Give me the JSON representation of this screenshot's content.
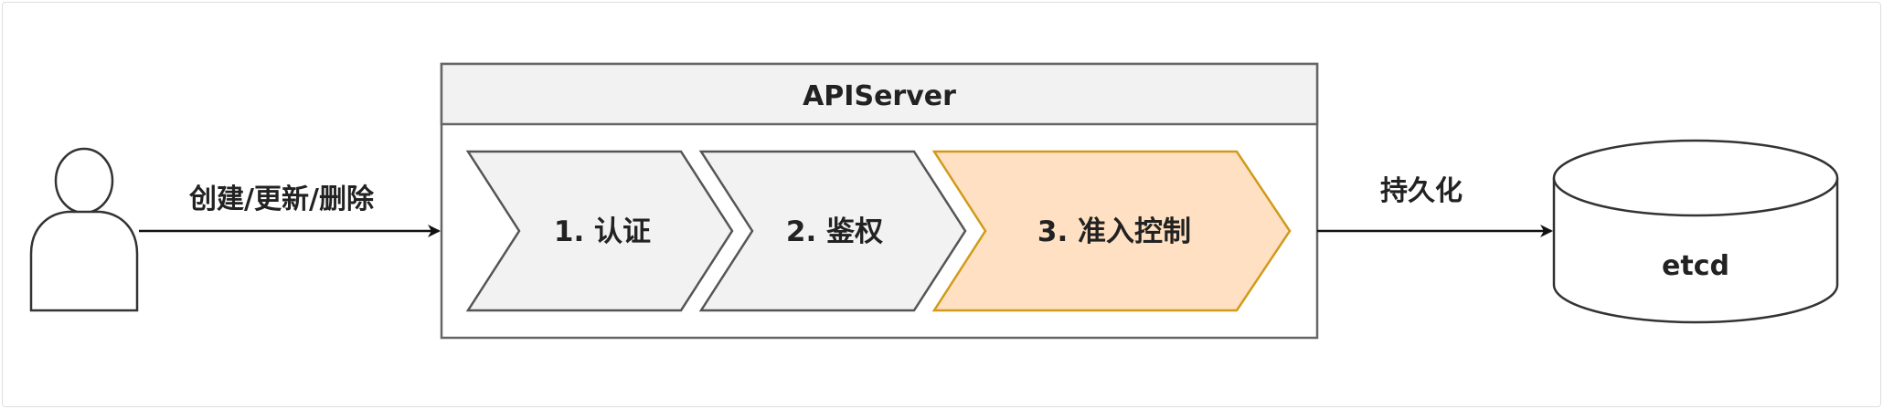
{
  "diagram": {
    "user_action_label": "创建/更新/删除",
    "apiserver_title": "APIServer",
    "stages": [
      {
        "label": "1. 认证"
      },
      {
        "label": "2. 鉴权"
      },
      {
        "label": "3. 准入控制"
      }
    ],
    "persist_label": "持久化",
    "storage_label": "etcd"
  },
  "colors": {
    "stroke": "#4a4a4a",
    "stage_fill": "#f2f2f2",
    "highlight_fill": "#ffe0c2",
    "highlight_stroke": "#d19a1a",
    "header_fill": "#f2f2f2"
  },
  "icons": {
    "user": "user-icon",
    "database": "database-cylinder-icon"
  }
}
